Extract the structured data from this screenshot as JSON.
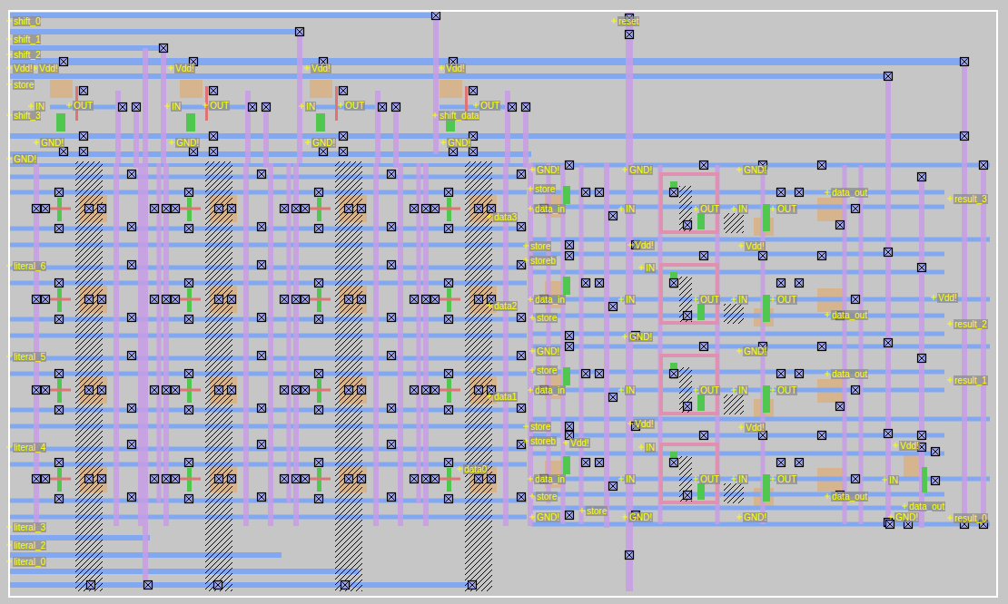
{
  "diagram": {
    "labels": [
      "shift_0",
      "shift_1",
      "shift_2",
      "Vdd!",
      "Vdd!",
      "store",
      "IN",
      "OUT",
      "shift_3",
      "GND!",
      "GND!",
      "Vdd!",
      "IN",
      "OUT",
      "GND!",
      "Vdd!",
      "IN",
      "OUT",
      "GND!",
      "Vdd!",
      "OUT",
      "shift_data",
      "GND!",
      "reset",
      "literal_6",
      "literal_5",
      "literal_4",
      "literal_3",
      "literal_2",
      "literal_0",
      "data3",
      "data2",
      "data1",
      "data0",
      "GND!",
      "GND!",
      "GND!",
      "store",
      "data_in",
      "IN",
      "OUT",
      "IN",
      "OUT",
      "data_out",
      "result_3",
      "Vdd!",
      "Vdd!",
      "store",
      "storeb",
      "IN",
      "data_in",
      "IN",
      "OUT",
      "IN",
      "OUT",
      "data_out",
      "Vdd!",
      "result_2",
      "store",
      "GND!",
      "GND!",
      "GND!",
      "store",
      "data_in",
      "IN",
      "OUT",
      "IN",
      "OUT",
      "data_out",
      "result_1",
      "Vdd!",
      "Vdd!",
      "store",
      "storeb",
      "Vdd!",
      "IN",
      "Vdd!",
      "data_in",
      "IN",
      "OUT",
      "IN",
      "OUT",
      "data_out",
      "store",
      "store",
      "GND!",
      "GND!",
      "GND!",
      "GND!",
      "IN",
      "data_out",
      "result_0"
    ]
  }
}
